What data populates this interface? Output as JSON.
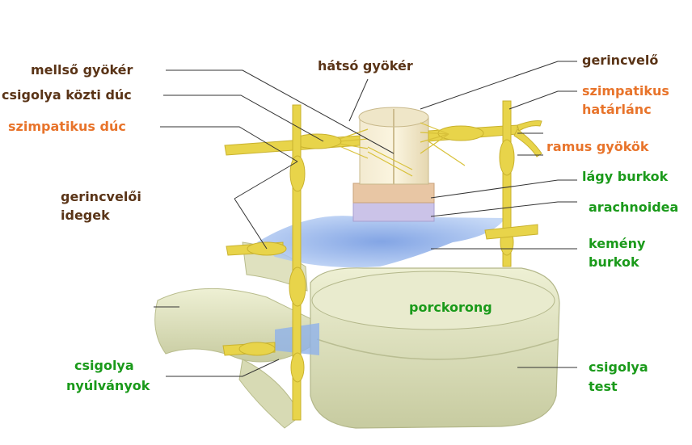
{
  "colors": {
    "brown_label": "#5a3417",
    "orange_label": "#e8742b",
    "green_label": "#1a9a1a",
    "nerve_yellow": "#e8d44a",
    "bone": "#e0e3c0",
    "dura_blue": "#8aaee8",
    "arachnoid_lilac": "#c9c1e6",
    "pia_pink": "#e6c2a0"
  },
  "labels": {
    "anterior_root": "mellső gyökér",
    "intervertebral_ganglion": "csigolya közti dúc",
    "sympathetic_ganglion": "szimpatikus dúc",
    "spinal_nerves_line1": "gerincvelői",
    "spinal_nerves_line2": "idegek",
    "vertebral_processes_line1": "csigolya",
    "vertebral_processes_line2": "nyúlványok",
    "posterior_root": "hátsó gyökér",
    "spinal_cord": "gerincvelő",
    "sympathetic_trunk_line1": "szimpatikus",
    "sympathetic_trunk_line2": "határlánc",
    "rami": "ramus gyökök",
    "pia": "lágy burkok",
    "arachnoid": "arachnoidea",
    "dura_line1": "kemény",
    "dura_line2": "burkok",
    "disc": "porckorong",
    "body_line1": "csigolya",
    "body_line2": "test"
  }
}
